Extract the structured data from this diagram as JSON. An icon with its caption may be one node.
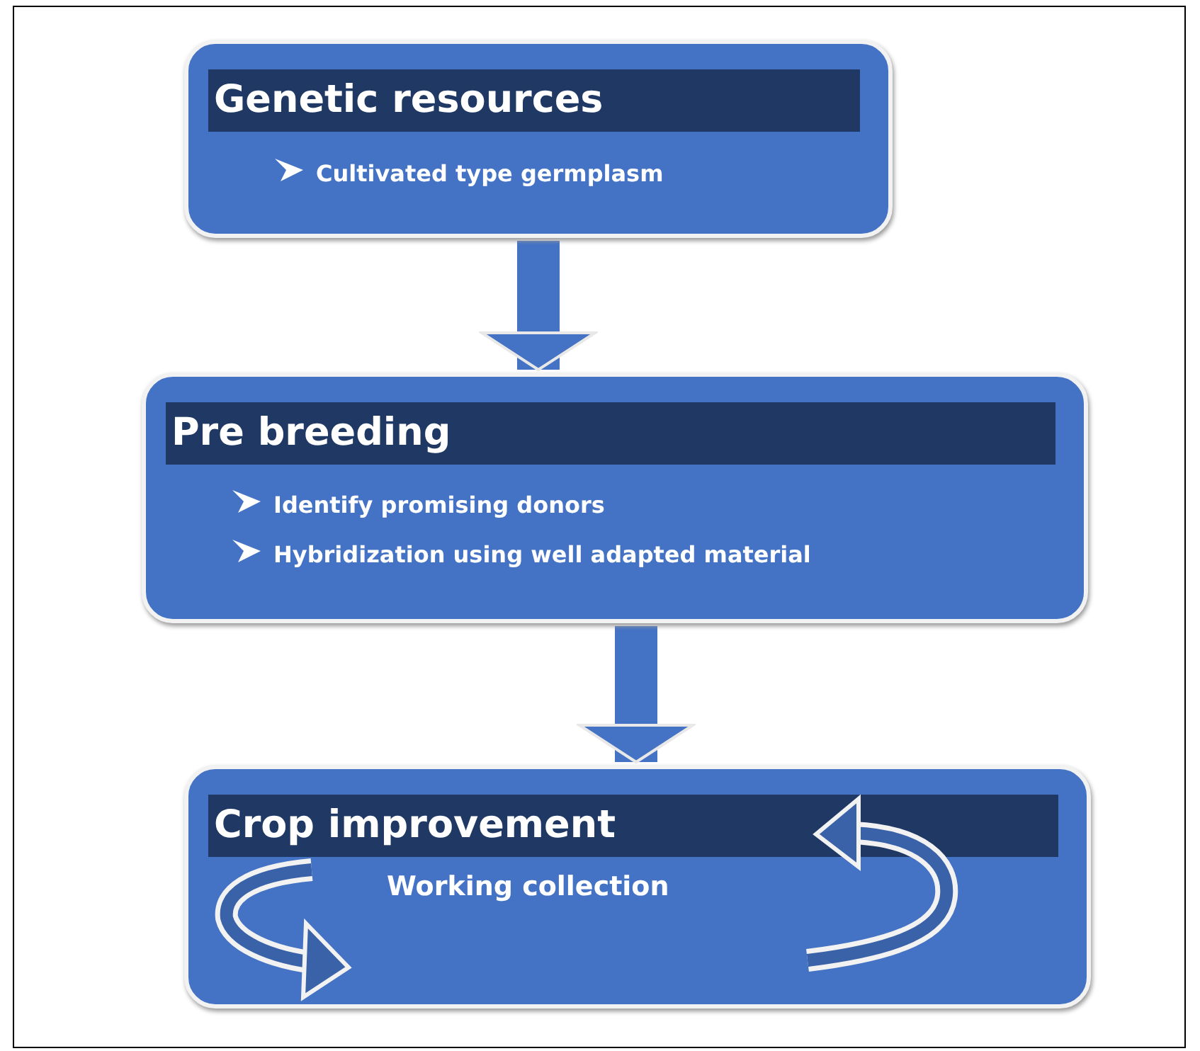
{
  "diagram": {
    "nodes": [
      {
        "text": [
          "Genetic resources",
          "Cultivated type germplasm"
        ]
      },
      {
        "text": [
          "Pre breeding",
          "Identify promising donors",
          "Hybridization using well adapted material"
        ]
      },
      {
        "text": [
          "Crop improvement",
          "Working collection"
        ]
      }
    ],
    "edges": [
      {
        "from": 0,
        "to": 1,
        "arrow": "to"
      },
      {
        "from": 1,
        "to": 2,
        "arrow": "to"
      }
    ]
  }
}
